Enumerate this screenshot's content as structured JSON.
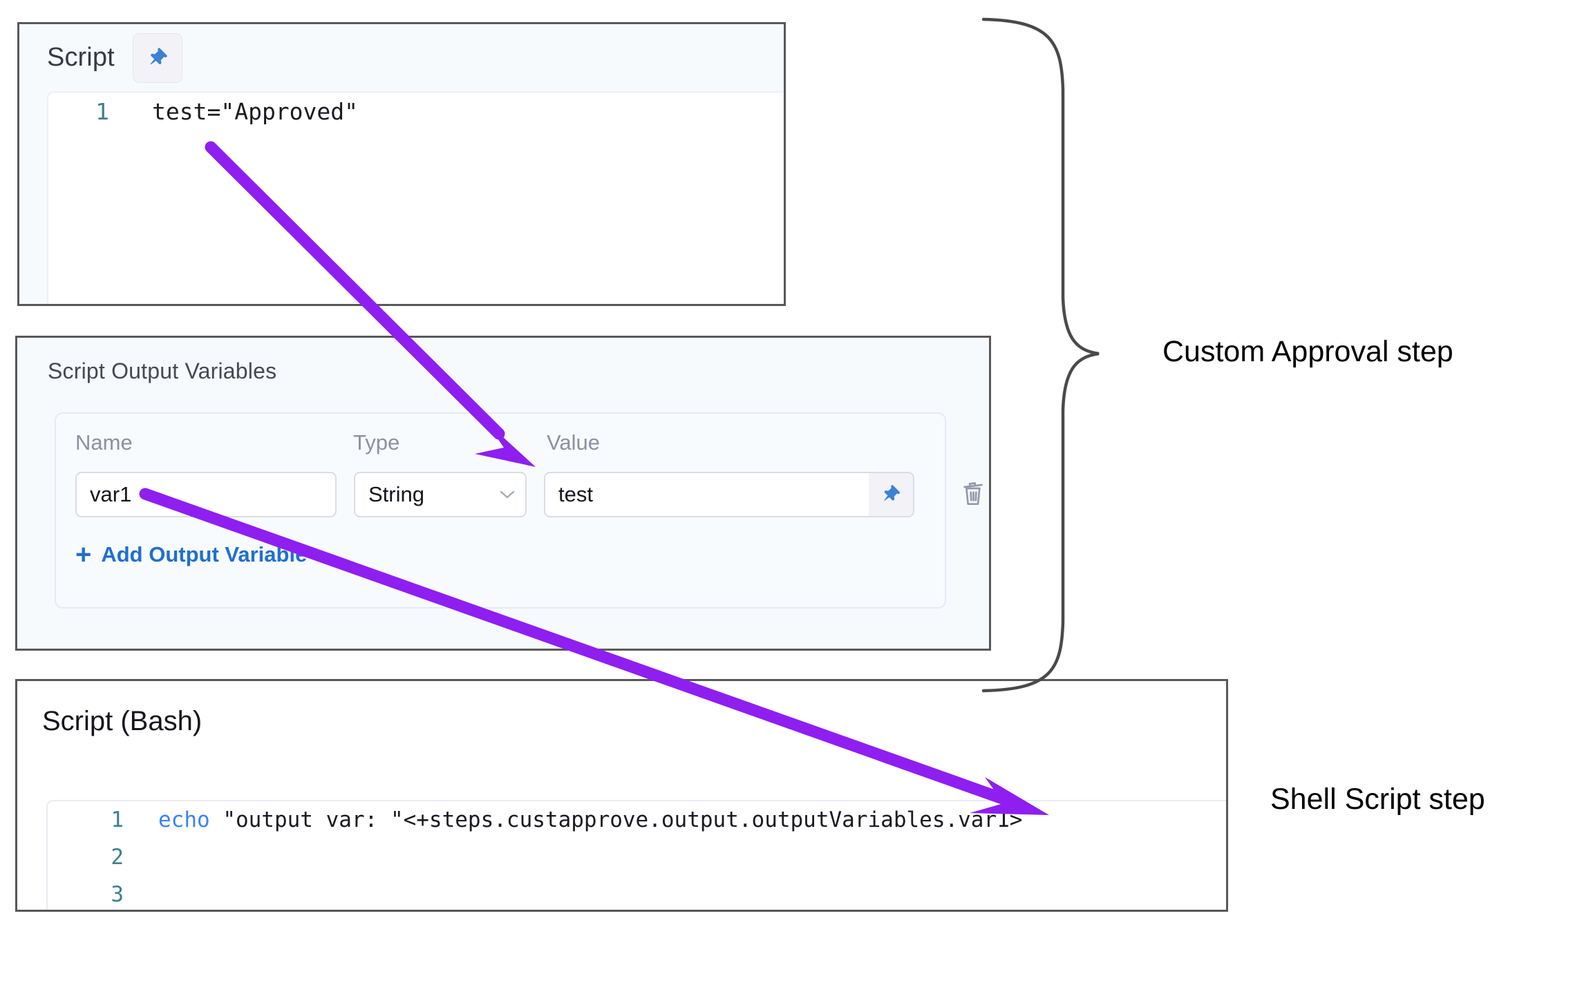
{
  "panels": {
    "script": {
      "title": "Script",
      "pin_icon": "pin-icon",
      "code": {
        "lines": [
          {
            "number": "1",
            "text": "test=\"Approved\""
          }
        ]
      }
    },
    "output_variables": {
      "title": "Script Output Variables",
      "columns": {
        "name": "Name",
        "type": "Type",
        "value": "Value"
      },
      "rows": [
        {
          "name": "var1",
          "type": "String",
          "type_options": [
            "String"
          ],
          "value": "test",
          "pin_icon": "pin-icon",
          "delete_icon": "trash-icon",
          "chevron_icon": "chevron-down-icon"
        }
      ],
      "add_button": {
        "plus": "+",
        "label": "Add Output Variable"
      }
    },
    "bash": {
      "title": "Script (Bash)",
      "code": {
        "lines": [
          {
            "number": "1",
            "keyword": "echo",
            "text": " \"output var: \"<+steps.custapprove.output.outputVariables.var1>"
          },
          {
            "number": "2",
            "keyword": "",
            "text": ""
          },
          {
            "number": "3",
            "keyword": "",
            "text": ""
          }
        ]
      }
    }
  },
  "annotations": {
    "custom_approval": "Custom Approval step",
    "shell_script": "Shell Script step",
    "arrow_color": "#8e1ff0",
    "brace_color": "#4a4a4a"
  },
  "colors": {
    "panel_border": "#585858",
    "panel_bg": "#f6fafd",
    "link_blue": "#1f6fd0",
    "pin_blue": "#3c82d4",
    "code_keyword": "#3b82f6",
    "line_number": "#3f7f8c"
  }
}
